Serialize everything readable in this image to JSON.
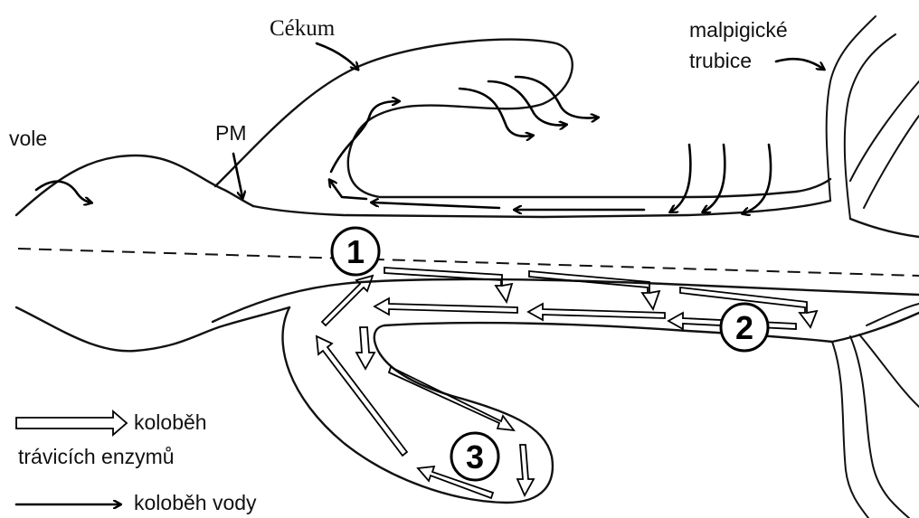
{
  "labels": {
    "cekum": "Cékum",
    "malpigicke_line1": "malpigické",
    "malpigicke_line2": "trubice",
    "vole": "vole",
    "pm": "PM"
  },
  "markers": [
    "1",
    "2",
    "3"
  ],
  "legend": {
    "enzyme_line1": "koloběh",
    "enzyme_line2": "trávicích enzymů",
    "water": "koloběh vody"
  }
}
